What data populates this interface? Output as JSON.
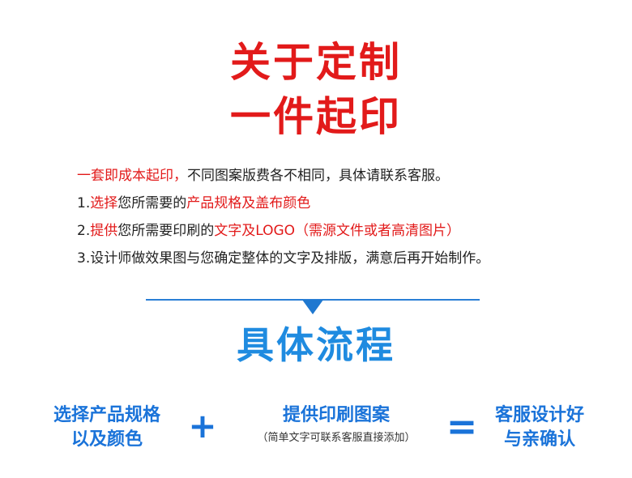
{
  "hero": {
    "title_line1": "关于定制",
    "title_line2": "一件起印"
  },
  "intro": {
    "line0_highlight": "一套即成本起印，",
    "line0_rest": "不同图案版费各不相同，具体请联系客服。",
    "line1_prefix": "1.",
    "line1_red1": "选择",
    "line1_text1": "您所需要的",
    "line1_red2": "产品规格及盖布颜色",
    "line2_prefix": "2.",
    "line2_red1": "提供",
    "line2_text1": "您所需要印刷的",
    "line2_red2": "文字及LOGO（需源文件或者高清图片）",
    "line3": "3.设计师做效果图与您确定整体的文字及排版，满意后再开始制作。"
  },
  "process": {
    "title": "具体流程",
    "step1_line1": "选择产品规格",
    "step1_line2": "以及颜色",
    "plus": "+",
    "step2_line1": "提供印刷图案",
    "step2_note": "（简单文字可联系客服直接添加）",
    "equals": "=",
    "step3_line1": "客服设计好",
    "step3_line2": "与亲确认"
  },
  "colors": {
    "red_accent": "#e21a1a",
    "blue_accent": "#1a73d9",
    "blue_title": "#1f8be0"
  }
}
